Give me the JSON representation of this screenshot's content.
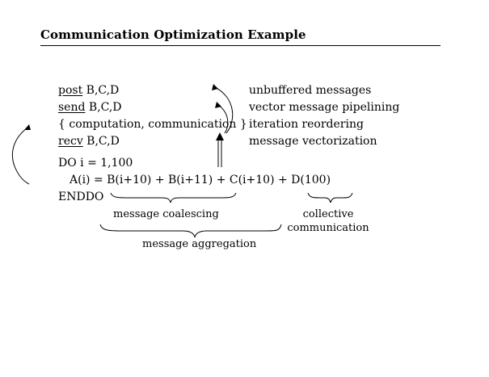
{
  "title": "Communication Optimization Example",
  "lines": {
    "post_kw": "post",
    "post_args": " B,C,D",
    "send_kw": "send",
    "send_args": " B,C,D",
    "compute": "{ computation, communication }",
    "recv_kw": "recv",
    "recv_args": " B,C,D",
    "do": "DO i = 1,100",
    "assign": "A(i) = B(i+10) + B(i+11) + C(i+10) + D(100)",
    "enddo": "ENDDO"
  },
  "labels": {
    "unbuffered": "unbuffered messages",
    "pipelining": "vector message pipelining",
    "reordering": "iteration reordering",
    "vectorization": "message vectorization",
    "coalescing": "message coalescing",
    "collective_1": "collective",
    "collective_2": "communication",
    "aggregation": "message aggregation"
  }
}
